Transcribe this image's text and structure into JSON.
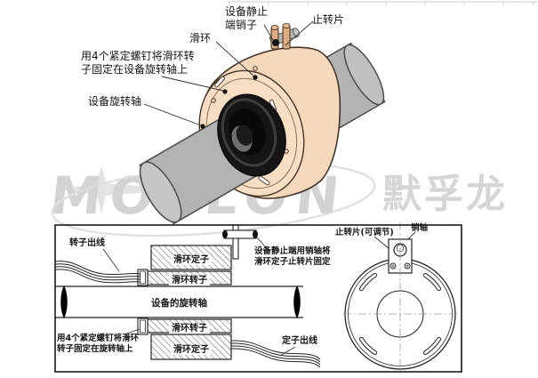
{
  "watermark": {
    "logo": "MOFLON",
    "brand_cn": "默孚龙",
    "color": "#d3d3d3"
  },
  "top_diagram": {
    "labels": {
      "stationary_pin": "设备静止\n端销子",
      "stop_tab": "止转片",
      "slip_ring": "滑环",
      "set_screw_note": "用4个紧定螺钉将滑环转\n子固定在设备旋转轴上",
      "rotating_shaft": "设备旋转轴"
    },
    "colors": {
      "body": "#f6d8ba",
      "shaft": "#b3b3b3",
      "rotor": "#151515",
      "pins": "#dcab7f"
    }
  },
  "bottom_diagram": {
    "labels": {
      "rotor_leadwire": "转子出线",
      "stator_block": "滑环定子",
      "rotor_block": "滑环转子",
      "device_shaft": "设备的旋转轴",
      "set_screw_note": "用4个紧定螺钉将滑环\n转子固定在旋转轴上",
      "stationary_pin_note": "设备静止端用销轴将\n滑环定子止转片固定",
      "stator_leadwire": "定子出线",
      "stop_tab_adjustable": "止转片(可调节)",
      "pin_axle": "销轴"
    }
  }
}
